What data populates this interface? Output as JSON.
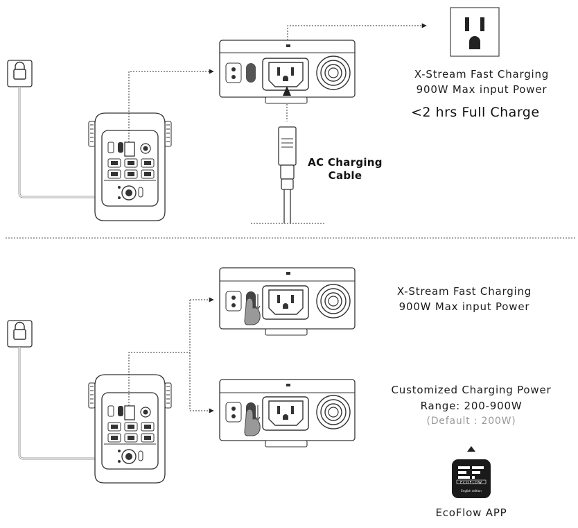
{
  "top": {
    "fast_charging": "X-Stream Fast Charging",
    "max_input": "900W Max input Power",
    "full_charge": "<2 hrs Full Charge",
    "cable_line1": "AC Charging",
    "cable_line2": "Cable"
  },
  "bottom": {
    "fast_charging": "X-Stream Fast Charging",
    "max_input": "900W Max input Power",
    "custom_power": "Customized Charging Power",
    "range": "Range: 200-900W",
    "default": "(Default : 200W)",
    "app_name": "EcoFlow APP",
    "app_logo_brand": "ECOFLOW",
    "app_logo_edition": "English edition"
  },
  "icons": {
    "wall_outlet": "wall-outlet-icon",
    "plug": "plug-icon",
    "arrow_up": "triangle-up-icon"
  }
}
